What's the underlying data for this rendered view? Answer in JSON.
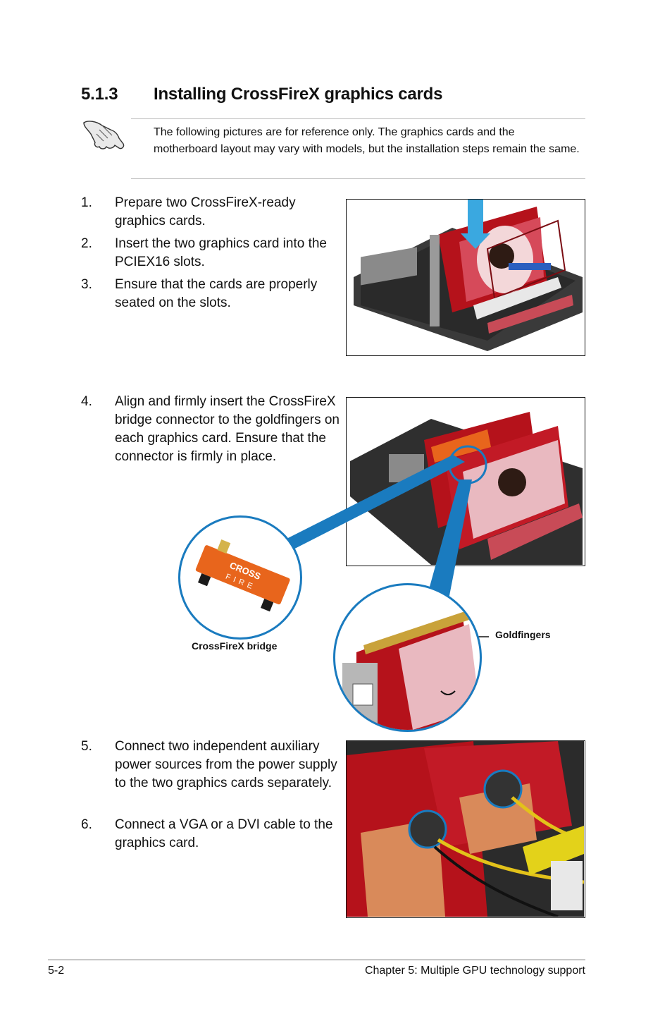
{
  "section": {
    "number": "5.1.3",
    "title": "Installing CrossFireX graphics cards"
  },
  "note": {
    "icon": "hand-pointing-icon",
    "text": "The following pictures are for reference only. The graphics cards and the motherboard layout may vary with models, but the installation steps remain the same."
  },
  "steps": [
    {
      "n": "1.",
      "text": "Prepare two CrossFireX-ready graphics cards."
    },
    {
      "n": "2.",
      "text": "Insert the two graphics card into the PCIEX16 slots."
    },
    {
      "n": "3.",
      "text": "Ensure that the cards are properly seated on the slots."
    },
    {
      "n": "4.",
      "text": "Align and firmly insert the CrossFireX bridge connector to the goldfingers on each graphics card. Ensure that the connector is firmly in place."
    },
    {
      "n": "5.",
      "text": "Connect two independent auxiliary power sources from the power supply to the two graphics cards separately."
    },
    {
      "n": "6.",
      "text": "Connect a VGA or a DVI cable to the graphics card."
    }
  ],
  "callouts": {
    "bridge": "CrossFireX bridge",
    "goldfingers": "Goldfingers",
    "bridge_logo_1": "CROSS",
    "bridge_logo_2": "FIRE"
  },
  "footer": {
    "page": "5-2",
    "chapter": "Chapter 5: Multiple GPU technology support"
  },
  "colors": {
    "callout_blue": "#1a7bbf",
    "card_red": "#b5121b",
    "pcb_dark": "#2b2b2b",
    "bridge_orange": "#e8651c"
  }
}
